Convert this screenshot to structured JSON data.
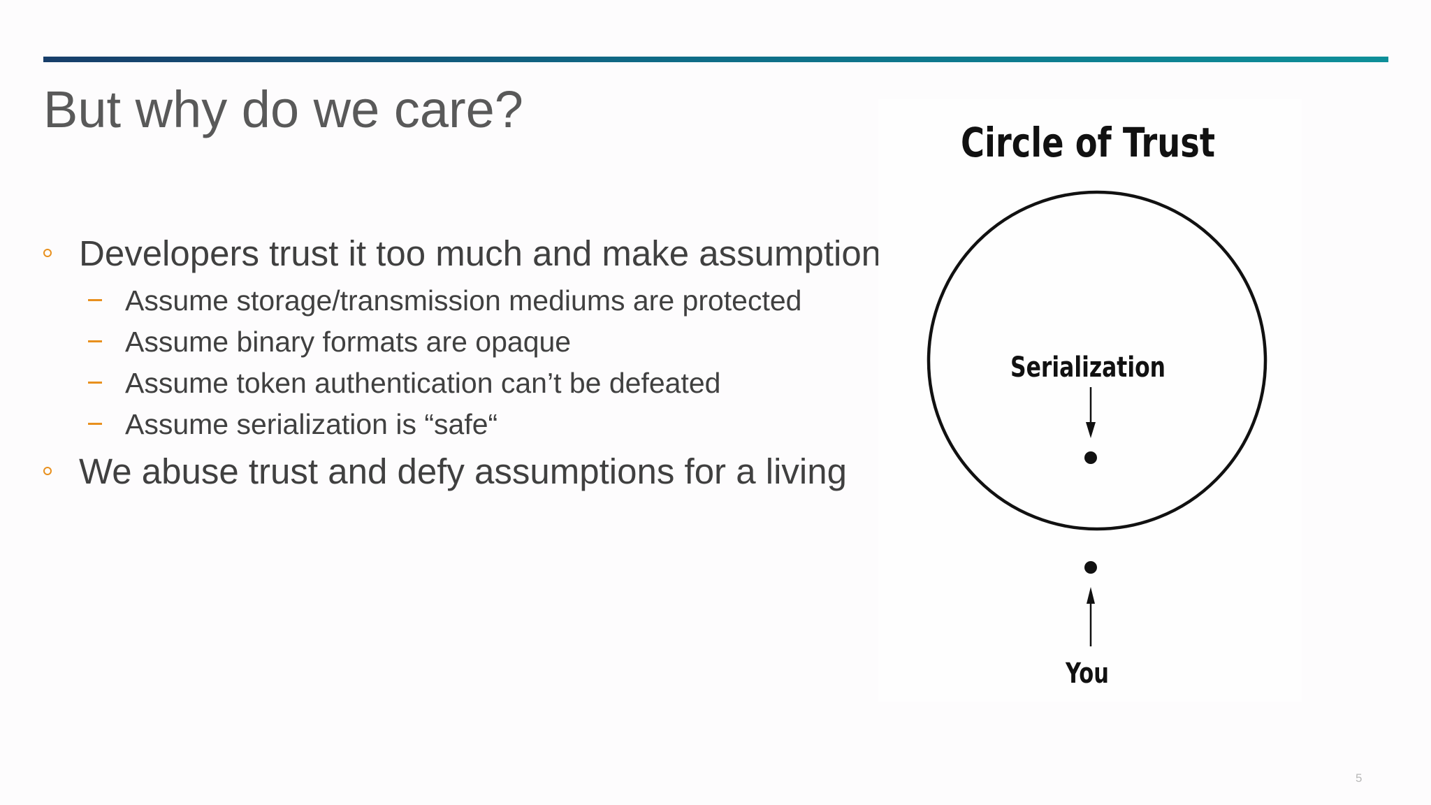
{
  "slide": {
    "title": "But why do we care?",
    "bullets": [
      {
        "text": "Developers trust it too much and make assumptions",
        "sub": [
          "Assume storage/transmission mediums are protected",
          "Assume binary formats are opaque",
          "Assume token authentication can’t be defeated",
          "Assume serialization is “safe“"
        ]
      },
      {
        "text": "We abuse trust and defy assumptions for a living",
        "sub": []
      }
    ],
    "page_number": "5"
  },
  "figure": {
    "title": "Circle of Trust",
    "inside_label": "Serialization",
    "outside_label": "You"
  },
  "colors": {
    "title_text": "#595959",
    "body_text": "#404040",
    "accent": "#e8901e",
    "rule_start": "#173e6a",
    "rule_end": "#0e8f99"
  }
}
